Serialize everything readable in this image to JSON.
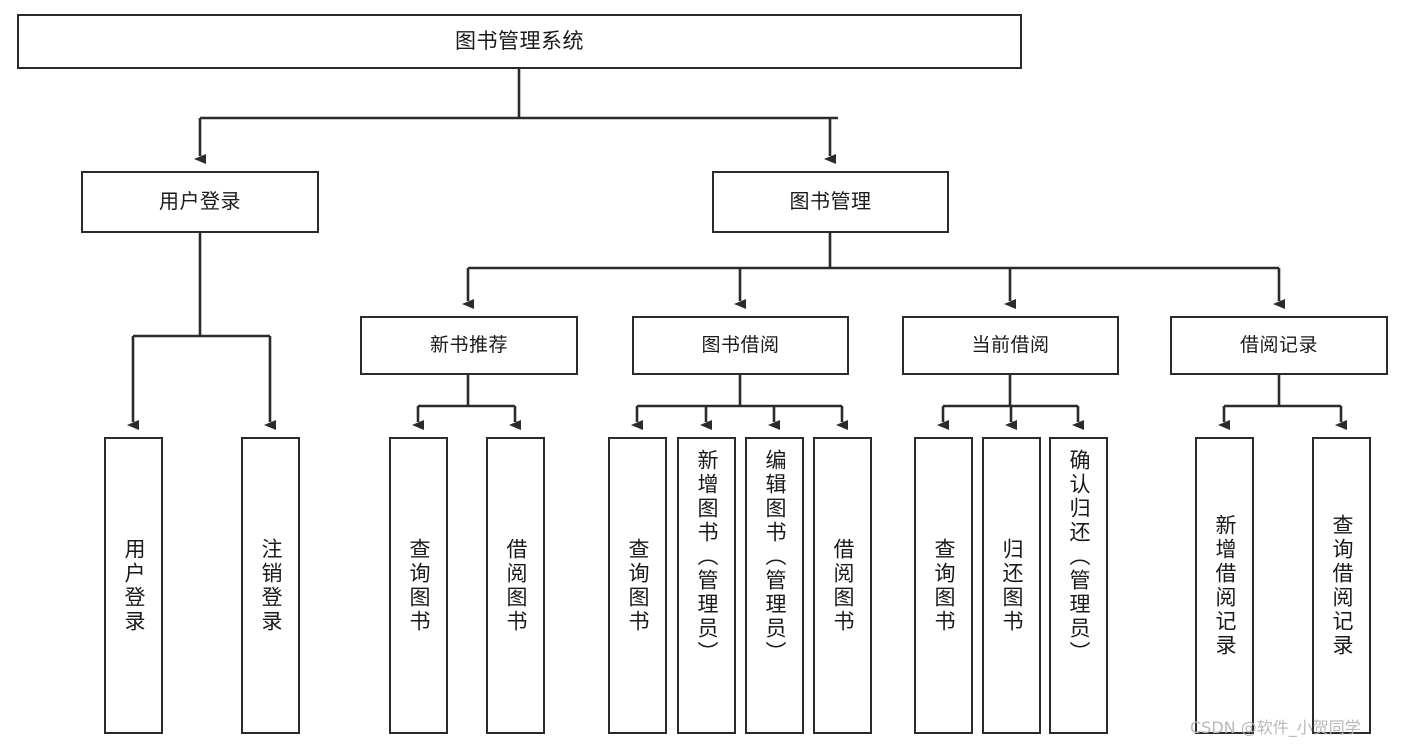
{
  "diagram": {
    "type": "tree-hierarchy",
    "root": {
      "label": "图书管理系统"
    },
    "level1": [
      {
        "label": "用户登录"
      },
      {
        "label": "图书管理"
      }
    ],
    "level2": [
      {
        "label": "新书推荐"
      },
      {
        "label": "图书借阅"
      },
      {
        "label": "当前借阅"
      },
      {
        "label": "借阅记录"
      }
    ],
    "leaves": {
      "user_login": [
        {
          "label": "用户登录"
        },
        {
          "label": "注销登录"
        }
      ],
      "new_book": [
        {
          "label": "查询图书"
        },
        {
          "label": "借阅图书"
        }
      ],
      "book_borrow": [
        {
          "label": "查询图书"
        },
        {
          "label": "新增图书（管理员）"
        },
        {
          "label": "编辑图书（管理员）"
        },
        {
          "label": "借阅图书"
        }
      ],
      "current_borrow": [
        {
          "label": "查询图书"
        },
        {
          "label": "归还图书"
        },
        {
          "label": "确认归还（管理员）"
        }
      ],
      "borrow_record": [
        {
          "label": "新增借阅记录"
        },
        {
          "label": "查询借阅记录"
        }
      ]
    }
  },
  "watermark": {
    "text": "CSDN @软件_小贺同学"
  },
  "colors": {
    "box_border": "#2b2b2b",
    "box_fill": "#ffffff",
    "connector": "#2b2b2b",
    "text": "#1a1a1a",
    "watermark": "#b9b9b9"
  }
}
